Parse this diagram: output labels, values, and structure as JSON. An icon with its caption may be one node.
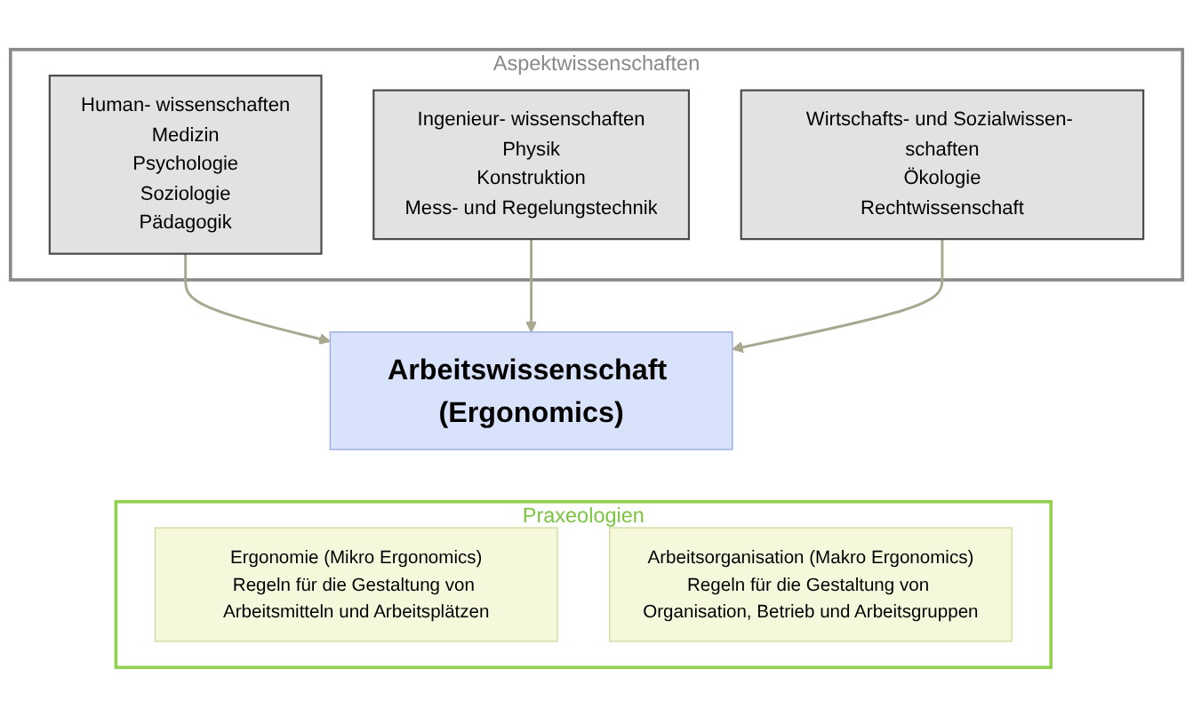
{
  "diagram": {
    "nodes": [
      {
        "text": [
          "Aspektwissenschaften"
        ]
      },
      {
        "text": [
          "Human- wissenschaften",
          "Medizin",
          "Psychologie",
          "Soziologie",
          "Pädagogik"
        ],
        "in": 0
      },
      {
        "text": [
          "Ingenieur- wissenschaften",
          "Physik",
          "Konstruktion",
          "Mess- und Regelungstechnik"
        ],
        "in": 0
      },
      {
        "text": [
          "Wirtschafts- und Sozialwissen- schaften",
          "Ökologie",
          "Rechtwissenschaft"
        ],
        "in": 0
      },
      {
        "text": [
          "Arbeitswissenschaft (Ergonomics)"
        ]
      },
      {
        "text": [
          "Praxeologien"
        ]
      },
      {
        "text": [
          "Ergonomie (Mikro Ergonomics)",
          "Regeln für die Gestaltung von Arbeitsmitteln und Arbeitsplätzen"
        ],
        "in": 5
      },
      {
        "text": [
          "Arbeitsorganisation (Makro Ergonomics)",
          "Regeln für die Gestaltung von Organisation, Betrieb und Arbeitsgruppen"
        ],
        "in": 5
      }
    ],
    "edges": [
      {
        "from": 1,
        "to": 4,
        "arrow": "to"
      },
      {
        "from": 2,
        "to": 4,
        "arrow": "to"
      },
      {
        "from": 3,
        "to": 4,
        "arrow": "to"
      }
    ]
  }
}
